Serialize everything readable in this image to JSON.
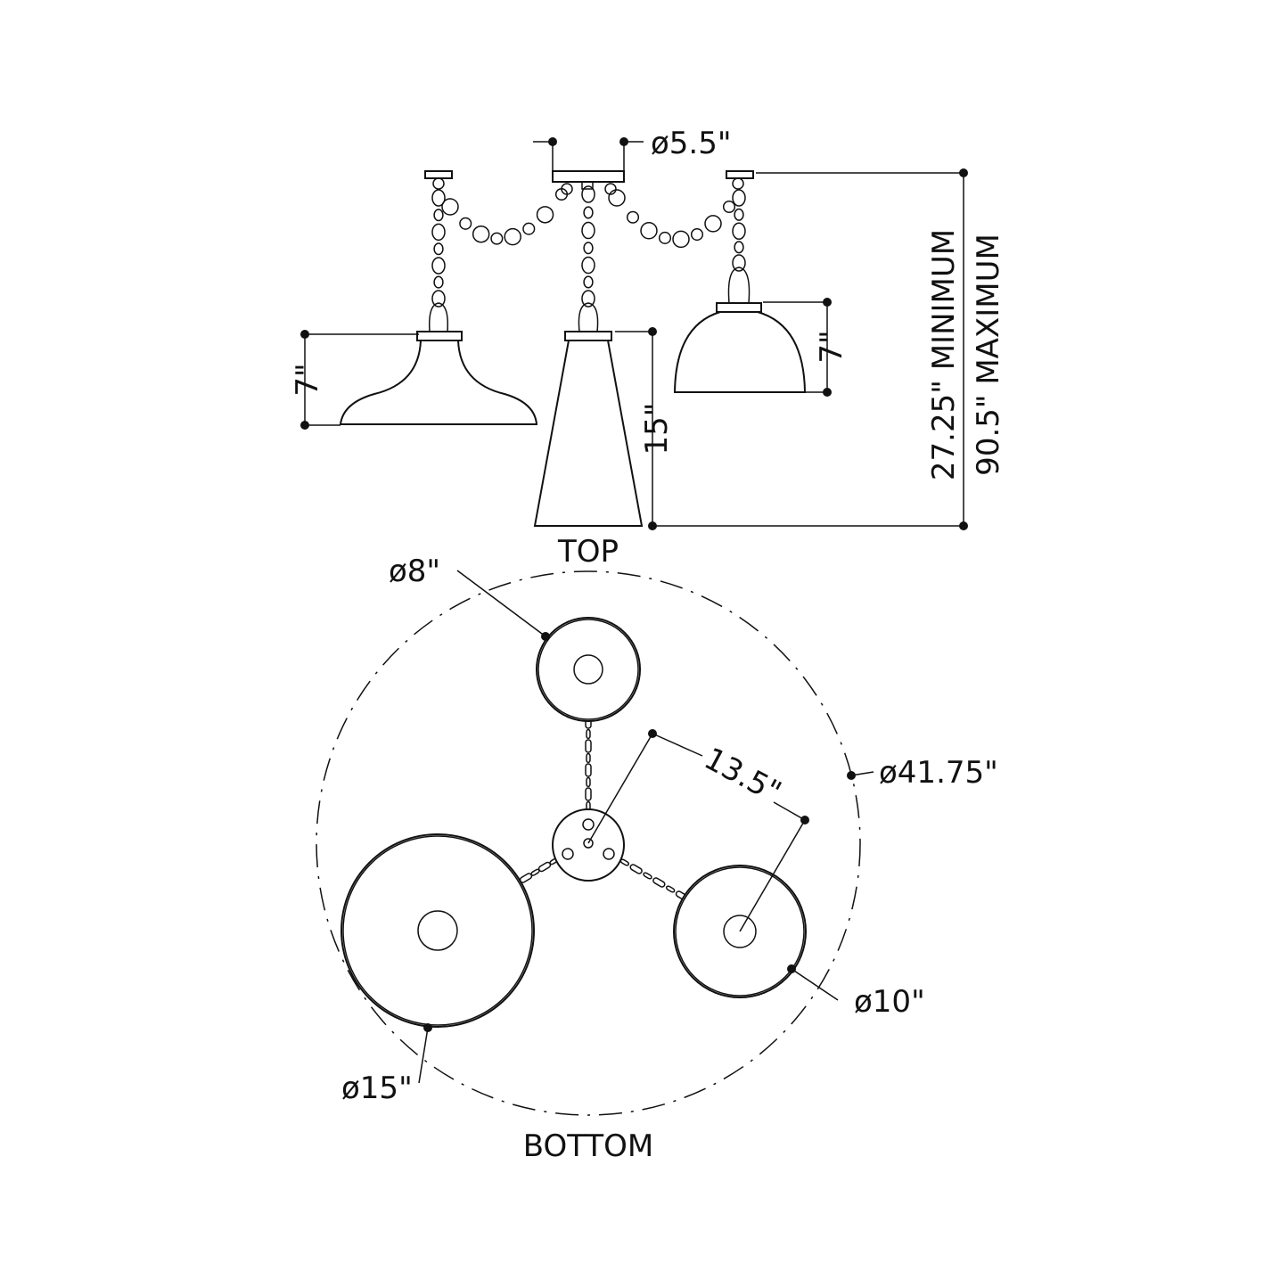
{
  "views": {
    "top_title": "TOP",
    "bottom_title": "BOTTOM"
  },
  "dimensions": {
    "canopy_diameter": "ø5.5\"",
    "left_shade_height": "7\"",
    "center_shade_height": "15\"",
    "right_shade_height": "7\"",
    "overall_height_min": "27.25\" MINIMUM",
    "overall_height_max": "90.5\" MAXIMUM",
    "top_shade_diameter": "ø8\"",
    "spread_diameter": "ø41.75\"",
    "arm_length": "13.5\"",
    "right_shade_diameter": "ø10\"",
    "left_shade_diameter": "ø15\""
  }
}
